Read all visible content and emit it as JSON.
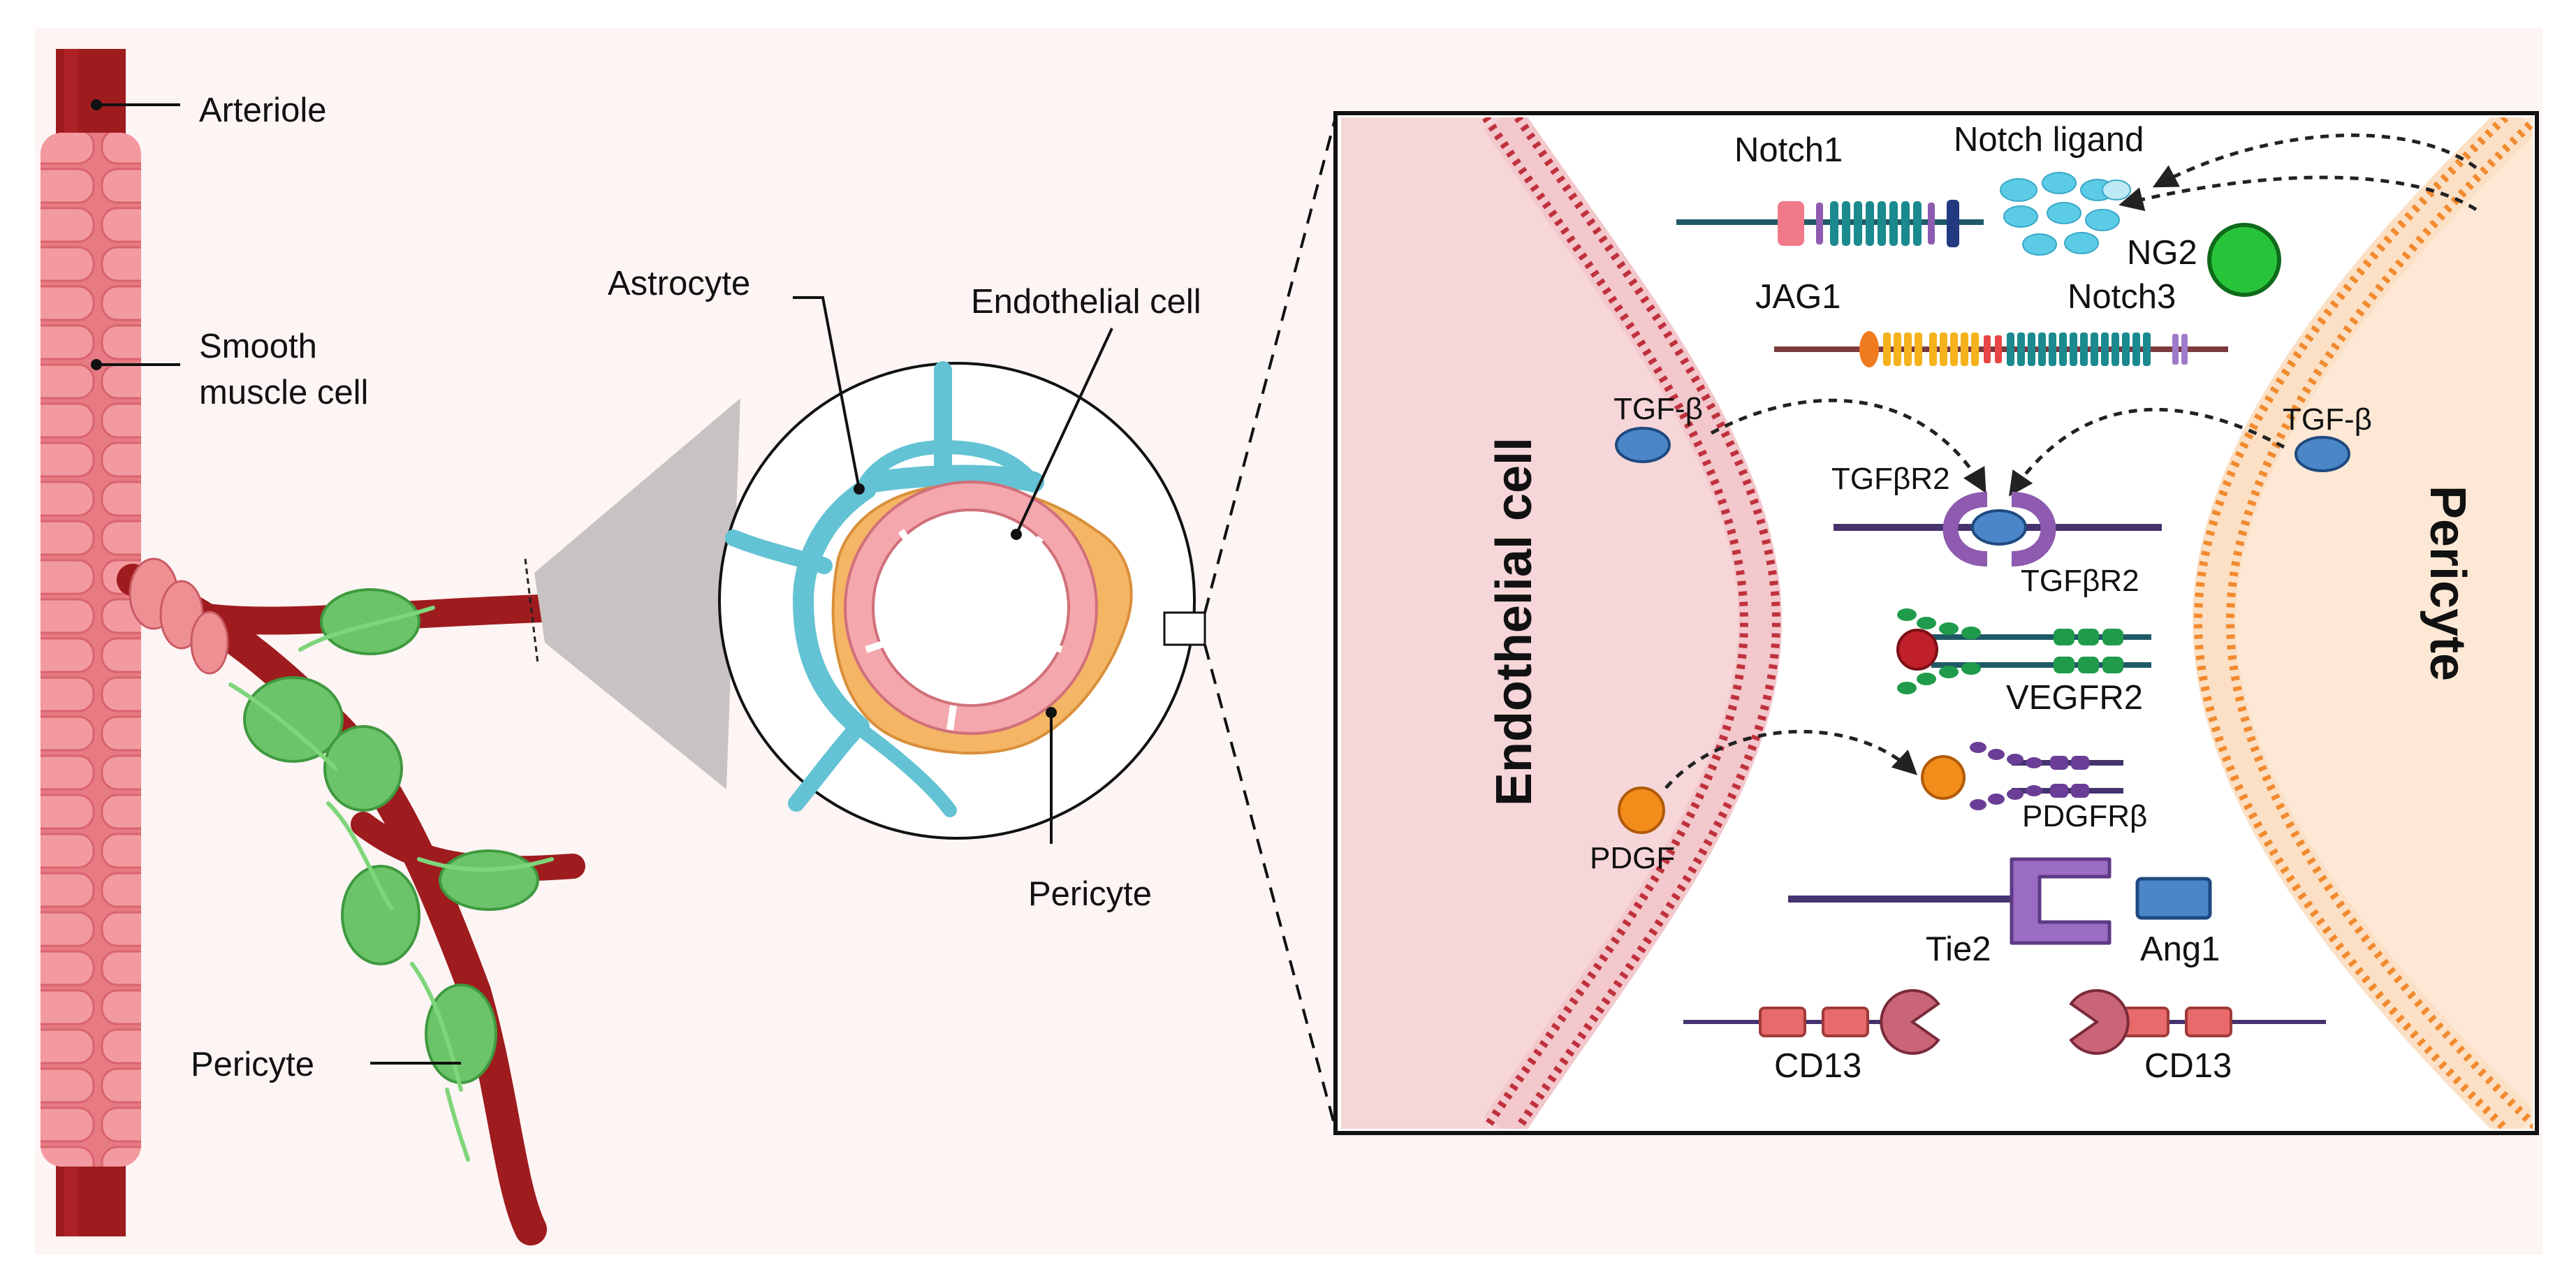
{
  "labels": {
    "arteriole": "Arteriole",
    "smooth_muscle_1": "Smooth",
    "smooth_muscle_2": "muscle cell",
    "pericyte_vessel": "Pericyte",
    "astrocyte": "Astrocyte",
    "endothelial_cell": "Endothelial cell",
    "pericyte_cross": "Pericyte"
  },
  "panel": {
    "endothelial_title": "Endothelial cell",
    "pericyte_title": "Pericyte",
    "notch1": "Notch1",
    "notch_ligand": "Notch ligand",
    "ng2": "NG2",
    "jag1": "JAG1",
    "notch3": "Notch3",
    "tgfb_left": "TGF-β",
    "tgfb_right": "TGF-β",
    "tgfbr2_top": "TGFβR2",
    "tgfbr2_bottom": "TGFβR2",
    "vegfr2": "VEGFR2",
    "pdgf": "PDGF",
    "pdgfrb": "PDGFRβ",
    "tie2": "Tie2",
    "ang1": "Ang1",
    "cd13_left": "CD13",
    "cd13_right": "CD13"
  },
  "colors": {
    "background": "#fdf4f4",
    "vessel": "#9e1b1e",
    "smooth_muscle": "#ee8f94",
    "pericyte_green": "#6cc46a",
    "astrocyte_blue": "#63c3d4",
    "pericyte_orange": "#f4b565",
    "endothelial_pink": "#f4a7ad",
    "endothelial_fill": "#f7d6d8",
    "pericyte_fill": "#fce8d4",
    "receptor_purple": "#8e5bb0",
    "notch_teal": "#1a8a8e",
    "vegfr_green": "#1f9b4b",
    "ligand_blue": "#4a86c8"
  }
}
